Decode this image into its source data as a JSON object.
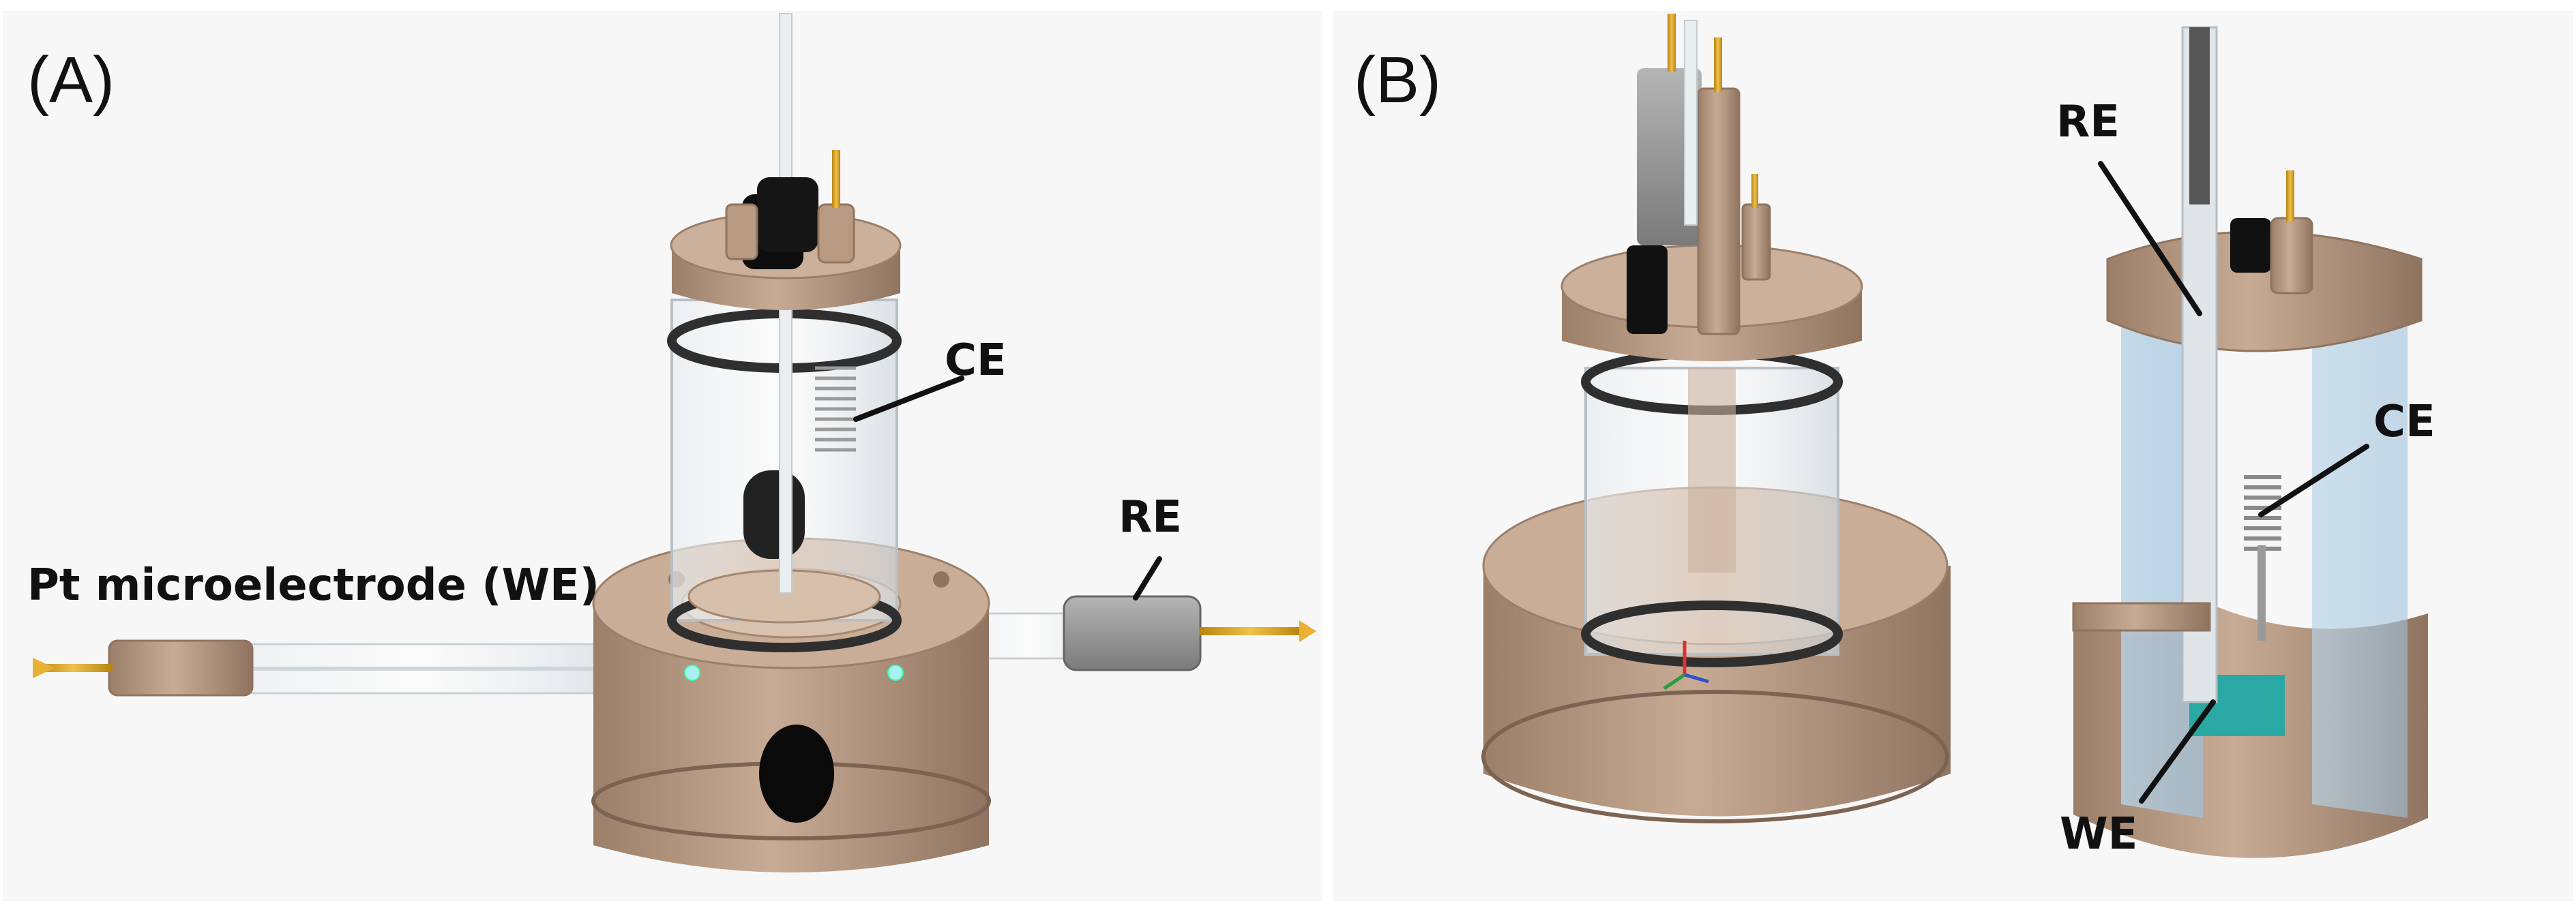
{
  "panels": [
    {
      "label": "(A)",
      "callouts": {
        "ce": "CE",
        "re": "RE",
        "we": "Pt microelectrode (WE)"
      }
    },
    {
      "label": "(B)",
      "callouts": {
        "re": "RE",
        "ce": "CE",
        "we": "WE"
      }
    }
  ],
  "colors": {
    "panel_background": "#f7f7f7",
    "bronze": "#b89a82",
    "bronze_dark": "#8f7460",
    "glass": "#d9e1e6",
    "glass_blue": "#aecbe0",
    "seal": "#3c3c3c",
    "knob": "#111111",
    "gold_pin": "#d9a12a",
    "grey_sleeve": "#8d8d8d",
    "we_teal": "#2aa9a4"
  },
  "icons": [
    "electrochemical-cell-illustration",
    "cutaway-cell-illustration"
  ]
}
